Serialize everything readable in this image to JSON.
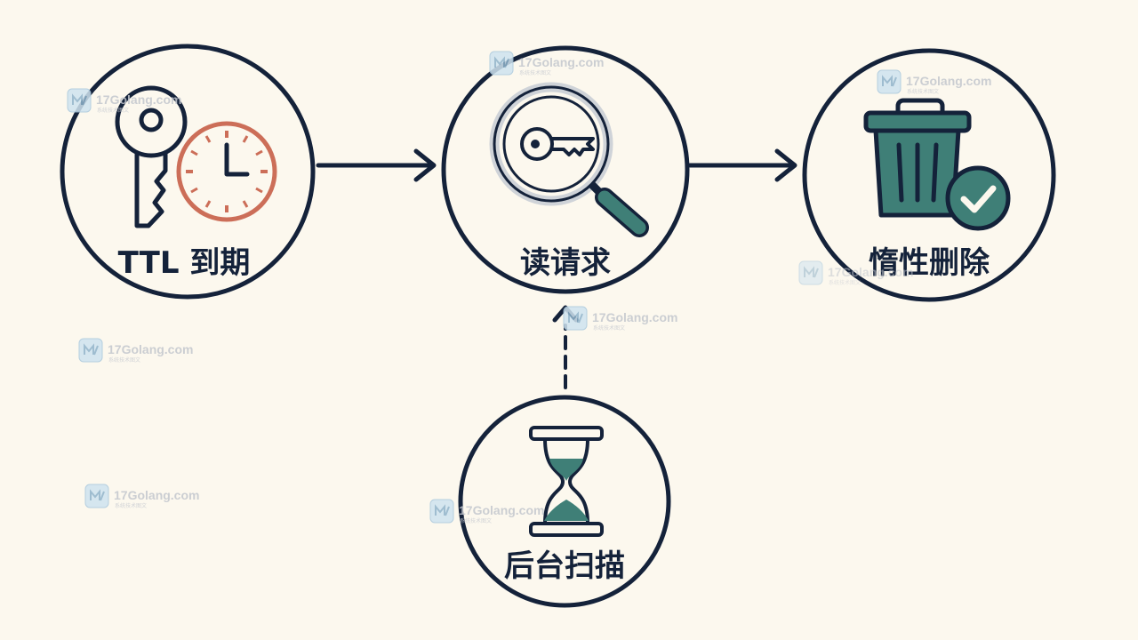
{
  "nodes": {
    "ttl_expire": {
      "label": "TTL 到期"
    },
    "read_request": {
      "label": "读请求"
    },
    "lazy_delete": {
      "label": "惰性删除"
    },
    "background_scan": {
      "label": "后台扫描"
    }
  },
  "watermark": {
    "text": "17Golang.com",
    "sub": "系统技术图文"
  },
  "colors": {
    "background": "#fcf8ee",
    "stroke": "#14223a",
    "clock": "#cc6e58",
    "teal": "#3f7f77",
    "glass": "#cfd3d8"
  }
}
